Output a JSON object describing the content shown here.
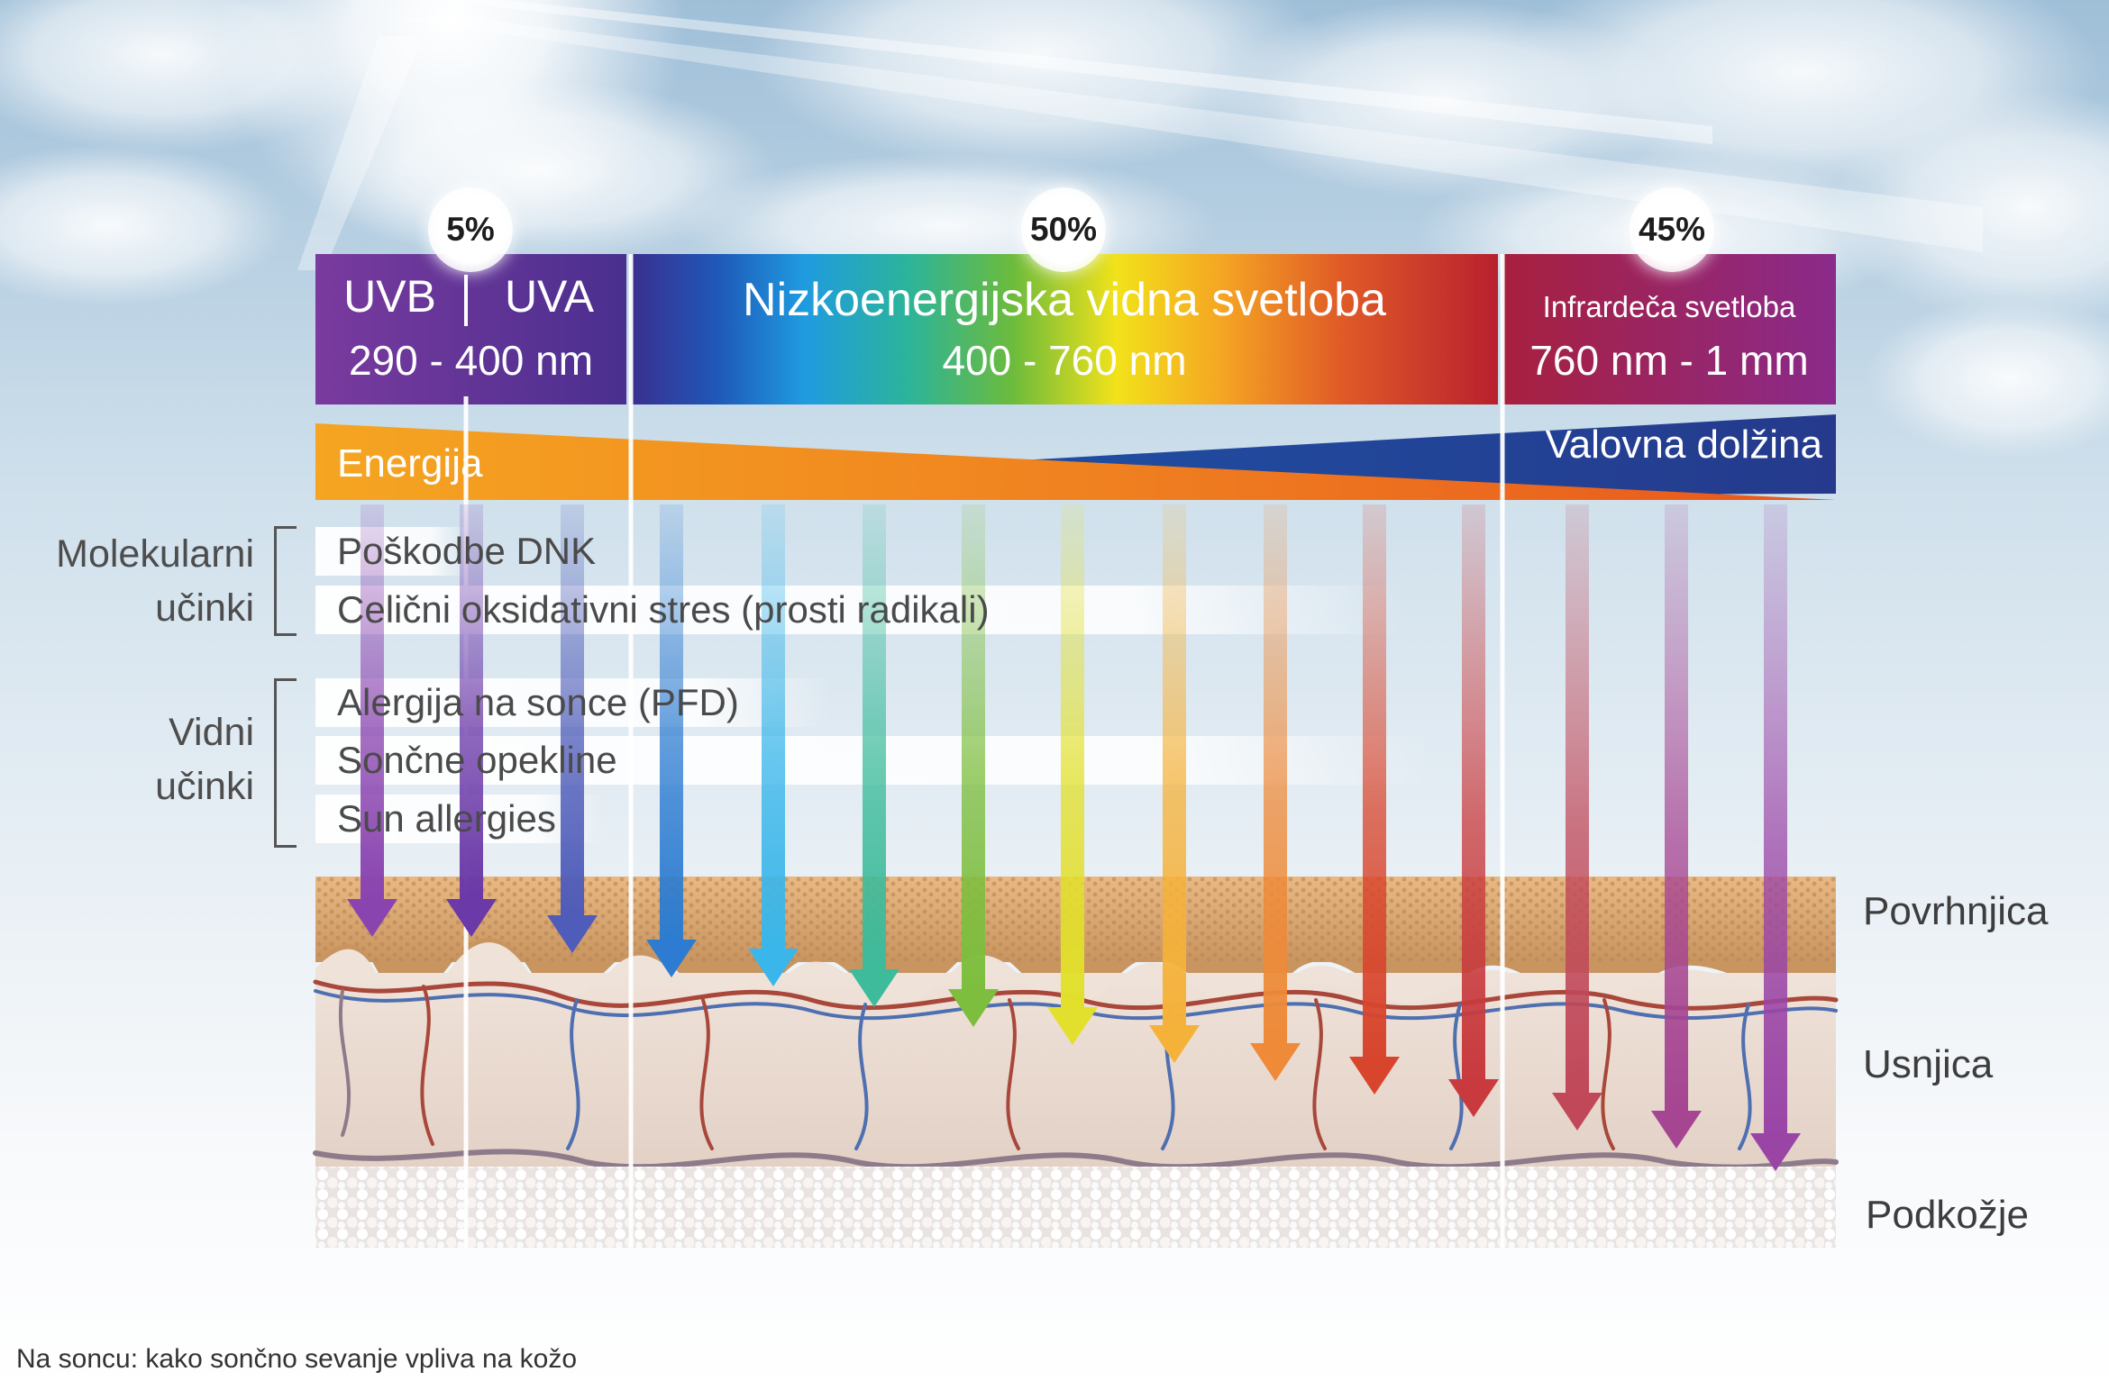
{
  "spectrum": {
    "uv": {
      "percent": "5%",
      "uvb": "UVB",
      "uva": "UVA",
      "range": "290 - 400 nm"
    },
    "visible": {
      "percent": "50%",
      "title": "Nizkoenergijska vidna svetloba",
      "range": "400 - 760 nm"
    },
    "infrared": {
      "percent": "45%",
      "title": "Infrardeča svetloba",
      "range": "760 nm - 1 mm"
    }
  },
  "scale": {
    "energy": "Energija",
    "wavelength": "Valovna dolžina"
  },
  "molecular": {
    "label_line1": "Molekularni",
    "label_line2": "učinki",
    "effects": [
      "Poškodbe DNK",
      "Celični oksidativni stres (prosti radikali)"
    ]
  },
  "visible_effects": {
    "label_line1": "Vidni",
    "label_line2": "učinki",
    "effects": [
      "Alergija na sonce (PFD)",
      "Sončne opekline",
      "Sun allergies"
    ]
  },
  "layers": {
    "epidermis": "Povrhnjica",
    "dermis": "Usnjica",
    "subcutis": "Podkožje"
  },
  "caption": "Na soncu: kako sončno sevanje vpliva na kožo",
  "arrows": [
    {
      "group": "uvb",
      "color": "#8a44b0",
      "depth": "epidermis"
    },
    {
      "group": "uva",
      "color": "#6b39a8",
      "depth": "epidermis"
    },
    {
      "group": "uva",
      "color": "#4f5cb9",
      "depth": "epidermis"
    },
    {
      "group": "visible",
      "color": "#2d7cd1",
      "depth": "epidermis"
    },
    {
      "group": "visible",
      "color": "#3ab6ea",
      "depth": "epidermis"
    },
    {
      "group": "visible",
      "color": "#3dbb9b",
      "depth": "upper-dermis"
    },
    {
      "group": "visible",
      "color": "#7dbe3e",
      "depth": "upper-dermis"
    },
    {
      "group": "visible",
      "color": "#e2e02c",
      "depth": "upper-dermis"
    },
    {
      "group": "visible",
      "color": "#f5b23a",
      "depth": "dermis"
    },
    {
      "group": "visible",
      "color": "#ee8a38",
      "depth": "dermis"
    },
    {
      "group": "visible",
      "color": "#d8452d",
      "depth": "dermis"
    },
    {
      "group": "visible",
      "color": "#c83a3d",
      "depth": "dermis"
    },
    {
      "group": "infrared",
      "color": "#c04859",
      "depth": "deep-dermis"
    },
    {
      "group": "infrared",
      "color": "#a64592",
      "depth": "deep-dermis"
    },
    {
      "group": "infrared",
      "color": "#9a45a6",
      "depth": "subcutis"
    }
  ]
}
